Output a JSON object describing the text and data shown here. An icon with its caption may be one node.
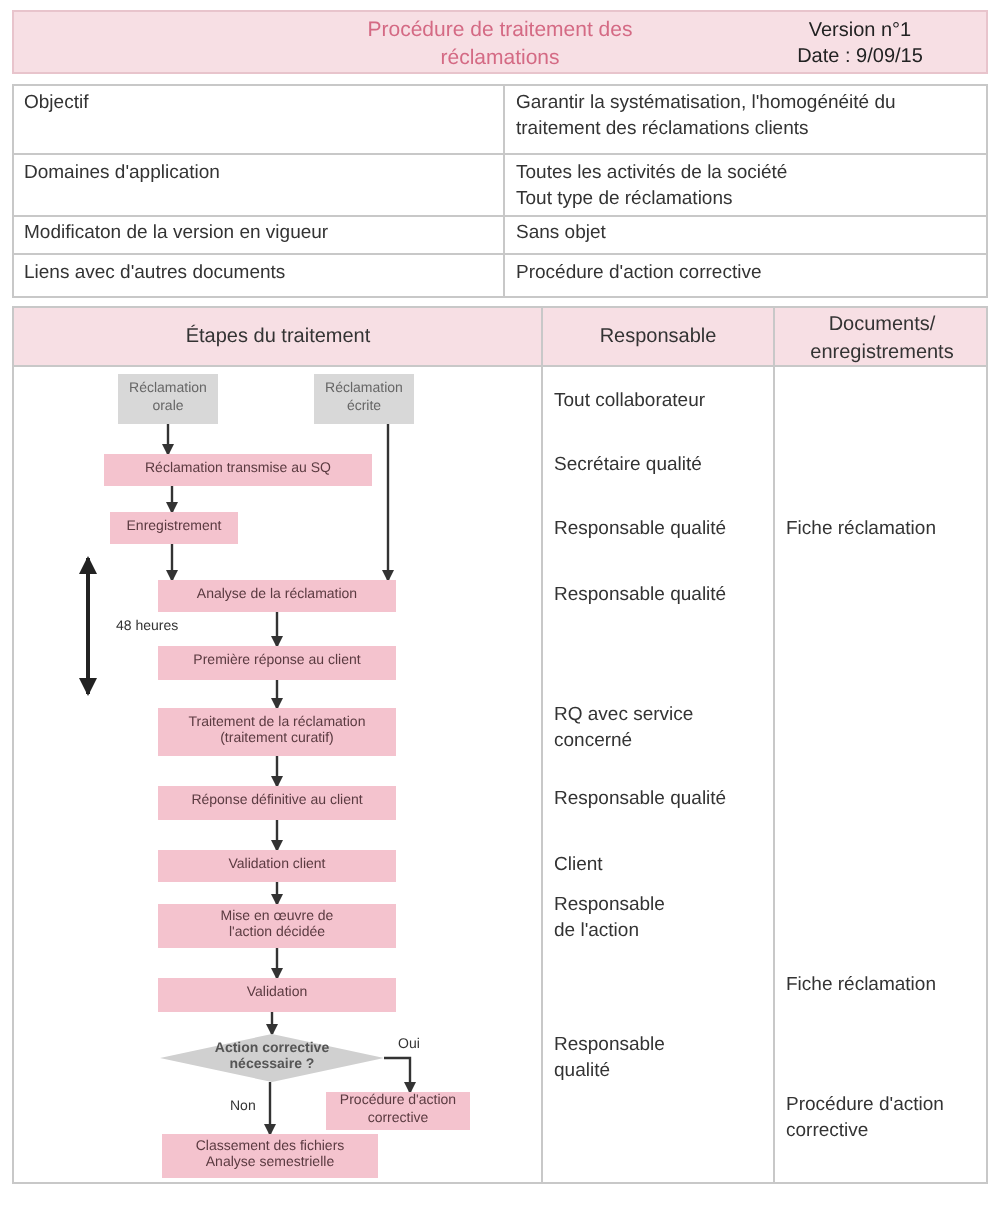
{
  "diagram": {
    "title": "Procédure de traitement des réclamations",
    "nodes": [
      {
        "text": [
          "Réclamation orale"
        ]
      },
      {
        "text": [
          "Réclamation écrite"
        ]
      },
      {
        "text": [
          "Réclamation transmise au SQ"
        ]
      },
      {
        "text": [
          "Enregistrement"
        ]
      },
      {
        "text": [
          "Analyse de la réclamation"
        ]
      },
      {
        "text": [
          "Première réponse au client"
        ]
      },
      {
        "text": [
          "Traitement de la réclamation (traitement curatif)"
        ]
      },
      {
        "text": [
          "Réponse définitive au client"
        ]
      },
      {
        "text": [
          "Validation client"
        ]
      },
      {
        "text": [
          "Mise en œuvre de l'action décidée"
        ]
      },
      {
        "text": [
          "Validation"
        ]
      },
      {
        "text": [
          "Action corrective nécessaire ?"
        ]
      },
      {
        "text": [
          "Procédure d'action corrective"
        ]
      },
      {
        "text": [
          "Classement des fichiers Analyse semestrielle"
        ]
      }
    ],
    "edges": [
      {
        "from": 0,
        "to": 2,
        "arrow": "to"
      },
      {
        "from": 1,
        "to": 4,
        "arrow": "to"
      },
      {
        "from": 2,
        "to": 3,
        "arrow": "to"
      },
      {
        "from": 3,
        "to": 4,
        "arrow": "to"
      },
      {
        "from": 4,
        "to": 5,
        "arrow": "to"
      },
      {
        "from": 5,
        "to": 6,
        "arrow": "to"
      },
      {
        "from": 6,
        "to": 7,
        "arrow": "to"
      },
      {
        "from": 7,
        "to": 8,
        "arrow": "to"
      },
      {
        "from": 8,
        "to": 9,
        "arrow": "to"
      },
      {
        "from": 9,
        "to": 10,
        "arrow": "to"
      },
      {
        "from": 10,
        "to": 11,
        "arrow": "to"
      },
      {
        "from": 11,
        "to": 12,
        "arrow": "to",
        "label": "Oui"
      },
      {
        "from": 11,
        "to": 13,
        "arrow": "to",
        "label": "Non"
      }
    ],
    "labels": [
      "Version n°1",
      "Date : 9/09/15",
      "Objectif",
      "Garantir la systématisation, l'homogénéité du traitement des réclamations clients",
      "Domaines d'application",
      "Toutes les activités de la société",
      "Tout type de réclamations",
      "Modificaton de la version en vigueur",
      "Sans objet",
      "Liens avec d'autres documents",
      "Procédure d'action corrective",
      "Étapes du traitement",
      "Responsable",
      "Documents/ enregistrements",
      "Tout collaborateur",
      "Secrétaire qualité",
      "Responsable qualité",
      "Fiche réclamation",
      "Responsable qualité",
      "48 heures",
      "RQ avec service concerné",
      "Responsable qualité",
      "Client",
      "Responsable de l'action",
      "Fiche réclamation",
      "Responsable qualité",
      "Procédure d'action corrective"
    ]
  }
}
